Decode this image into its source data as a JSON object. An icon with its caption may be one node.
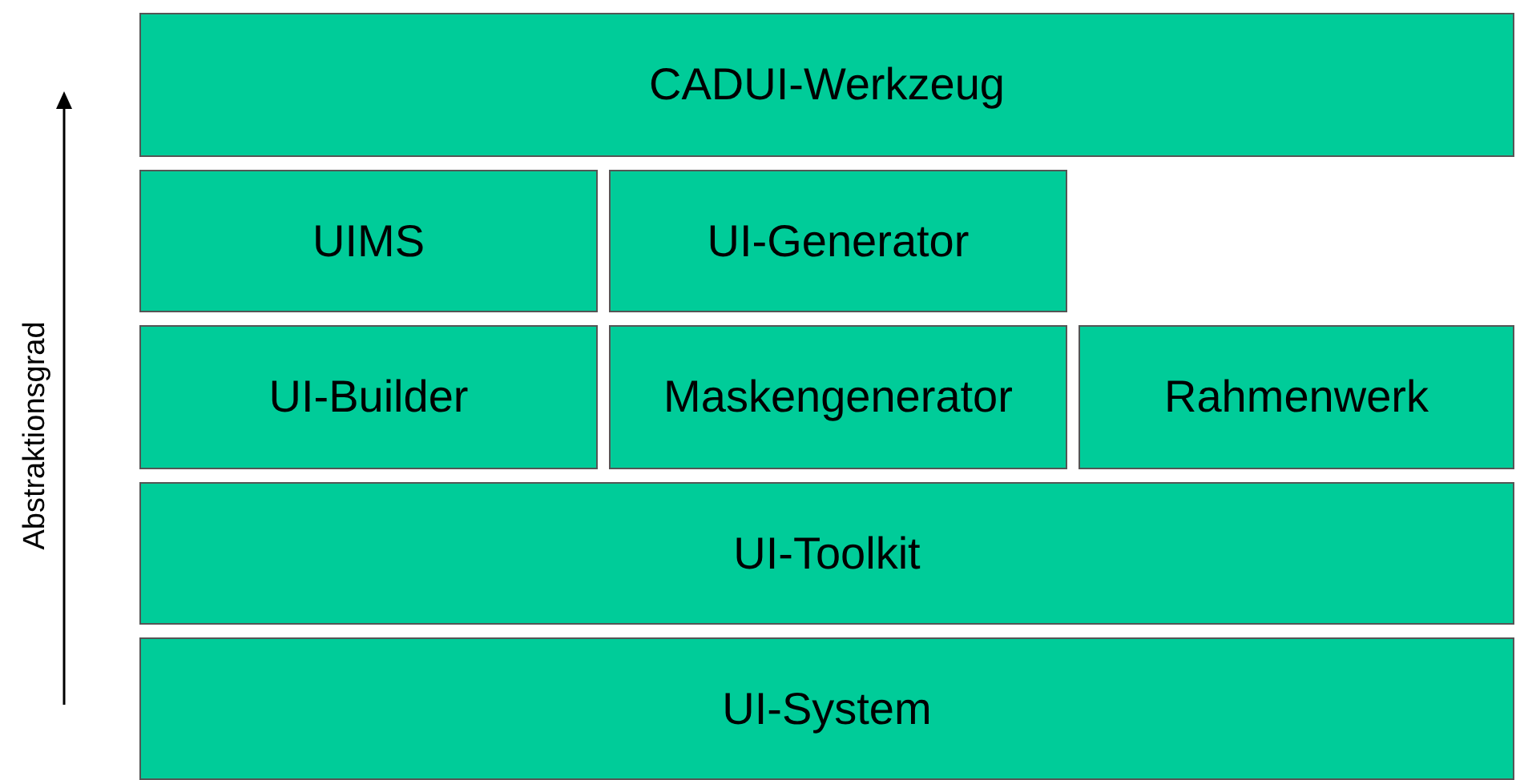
{
  "diagram": {
    "nodes": [
      {
        "text": [
          "CADUI-Werkzeug"
        ]
      },
      {
        "text": [
          "UIMS"
        ]
      },
      {
        "text": [
          "UI-Generator"
        ]
      },
      {
        "text": [
          "UI-Builder"
        ]
      },
      {
        "text": [
          "Maskengenerator"
        ]
      },
      {
        "text": [
          "Rahmenwerk"
        ]
      },
      {
        "text": [
          "UI-Toolkit"
        ]
      },
      {
        "text": [
          "UI-System"
        ]
      }
    ],
    "labels": [
      "Abstraktionsgrad"
    ]
  }
}
